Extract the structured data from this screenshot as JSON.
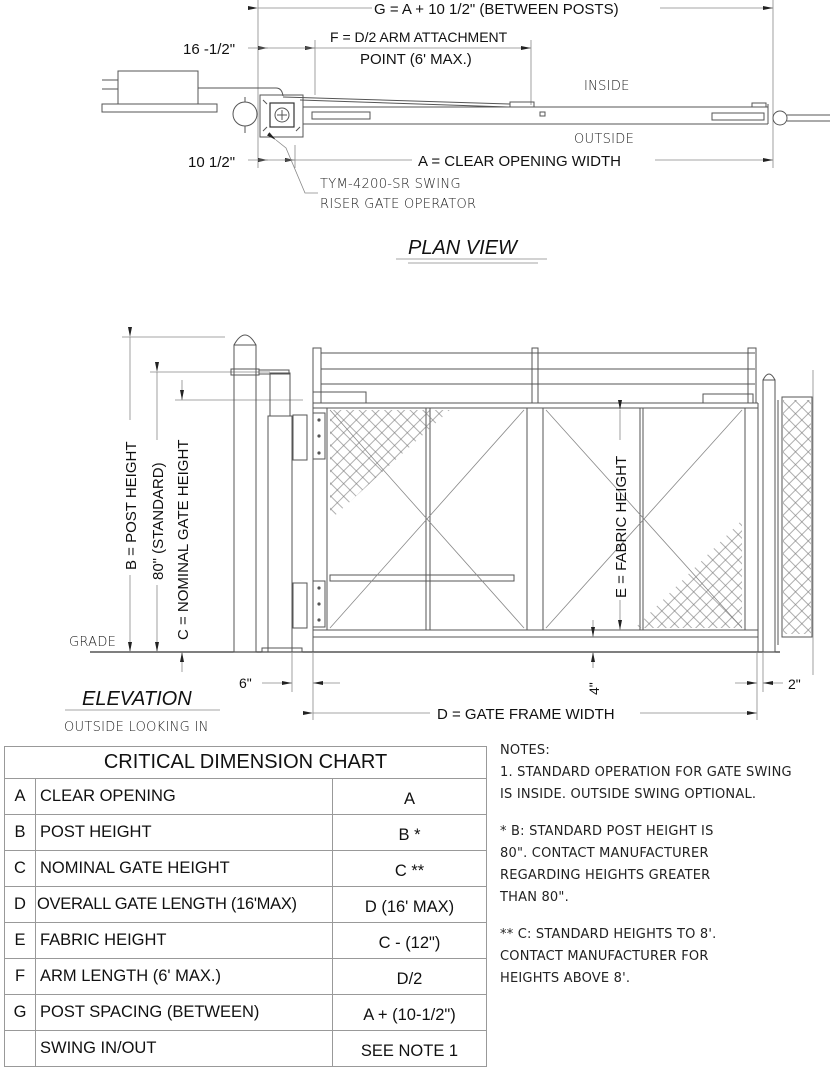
{
  "plan_view": {
    "title": "PLAN VIEW",
    "dim_g": "G = A + 10 1/2\" (BETWEEN POSTS)",
    "dim_f_line1": "F = D/2 ARM ATTACHMENT",
    "dim_f_line2": "POINT (6' MAX.)",
    "dim_16_half": "16 -1/2\"",
    "dim_10_half": "10 1/2\"",
    "dim_a": "A = CLEAR OPENING WIDTH",
    "label_inside": "INSIDE",
    "label_outside": "OUTSIDE",
    "operator_line1": "TYM-4200-SR SWING",
    "operator_line2": "RISER GATE OPERATOR"
  },
  "elevation": {
    "title": "ELEVATION",
    "subtitle": "OUTSIDE LOOKING IN",
    "dim_b": "B = POST HEIGHT",
    "dim_80": "80\" (STANDARD)",
    "dim_c": "C = NOMINAL GATE HEIGHT",
    "dim_e": "E = FABRIC HEIGHT",
    "dim_d": "D = GATE FRAME WIDTH",
    "dim_6": "6\"",
    "dim_4": "4\"",
    "dim_2": "2\"",
    "label_grade": "GRADE"
  },
  "critical_dimension_chart": {
    "title": "CRITICAL DIMENSION CHART",
    "rows": [
      {
        "key": "A",
        "label": "CLEAR OPENING",
        "value": "A"
      },
      {
        "key": "B",
        "label": "POST HEIGHT",
        "value": "B *"
      },
      {
        "key": "C",
        "label": "NOMINAL GATE HEIGHT",
        "value": "C **"
      },
      {
        "key": "D",
        "label": "OVERALL GATE LENGTH (16'MAX)",
        "value": "D (16' MAX)"
      },
      {
        "key": "E",
        "label": "FABRIC HEIGHT",
        "value": "C - (12\")"
      },
      {
        "key": "F",
        "label": "ARM LENGTH (6' MAX.)",
        "value": "D/2"
      },
      {
        "key": "G",
        "label": "POST SPACING (BETWEEN)",
        "value": "A + (10-1/2\")"
      },
      {
        "key": "",
        "label": "SWING IN/OUT",
        "value": "SEE NOTE 1"
      }
    ]
  },
  "notes": {
    "header": "NOTES:",
    "note1_line1": "1. STANDARD OPERATION FOR GATE SWING",
    "note1_line2": "IS INSIDE.  OUTSIDE SWING OPTIONAL.",
    "note_b_line1": "* B: STANDARD POST HEIGHT IS",
    "note_b_line2": "80\". CONTACT MANUFACTURER",
    "note_b_line3": "REGARDING HEIGHTS GREATER",
    "note_b_line4": "THAN 80\".",
    "note_c_line1": "** C: STANDARD HEIGHTS TO 8'.",
    "note_c_line2": "CONTACT MANUFACTURER FOR",
    "note_c_line3": "HEIGHTS ABOVE 8'."
  }
}
